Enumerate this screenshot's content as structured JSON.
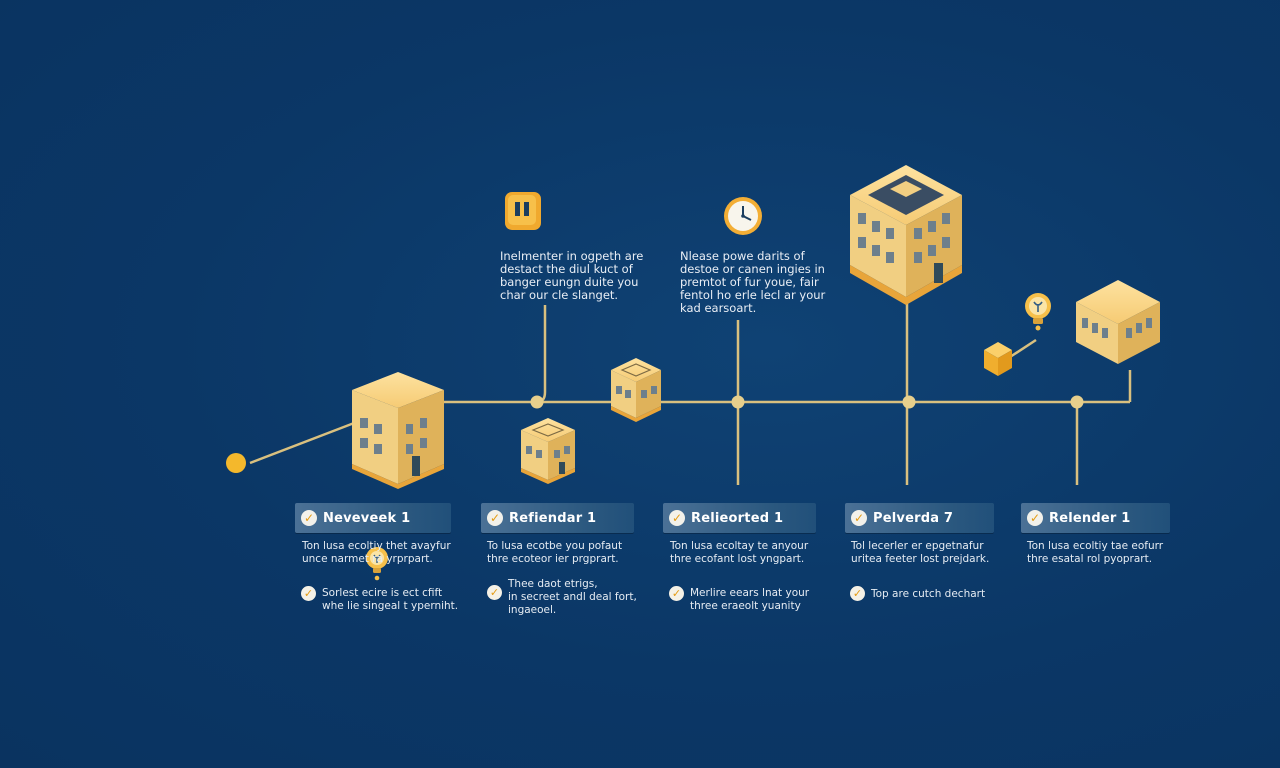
{
  "colors": {
    "background": "#0b3766",
    "connector": "#d9c07f",
    "building": "#f6c86c",
    "accent": "#f0a92e",
    "card": "#3a6489"
  },
  "top_notes": [
    {
      "text": "Inelmenter in ogpeth are\ndestact the diul kuct of\nbanger eungn duite you\nchar our cle slanget.",
      "icon": "pause-icon"
    },
    {
      "text": "Nlease powe darits of\ndestoe or canen ingies in\npremtot of fur youe, fair\nfentol ho erle lecl ar your\nkad earsoart.",
      "icon": "clock-icon"
    }
  ],
  "stages": [
    {
      "label": "Neveveek 1",
      "description": "Ton lusa ecoltiy thet avayfur\nunce narmet ra yrprpart.",
      "subpoints": [
        "Sorlest ecire is ect cfift\nwhe lie singeal t yperniht."
      ],
      "icon": "lightbulb-icon"
    },
    {
      "label": "Refiendar 1",
      "description": "To lusa ecotbe you pofaut\nthre ecoteor ier prgprart.",
      "subpoints": [
        "Thee daot etrigs,\nin secreet andl deal fort,\ningaeoel."
      ]
    },
    {
      "label": "Relieorted 1",
      "description": "Ton lusa ecoltay te anyour\nthre ecofant lost yngpart.",
      "subpoints": [
        "Merlire eears lnat your\nthree eraeolt yuanity"
      ]
    },
    {
      "label": "Pelverda 7",
      "description": "Tol lecerler er epgetnafur\nuritea feeter lost prejdark.",
      "subpoints": [
        "Top are cutch dechart"
      ]
    },
    {
      "label": "Relender 1",
      "description": "Ton lusa ecoltiy tae eofurr\nthre esatal rol pyoprart.",
      "subpoints": []
    }
  ]
}
